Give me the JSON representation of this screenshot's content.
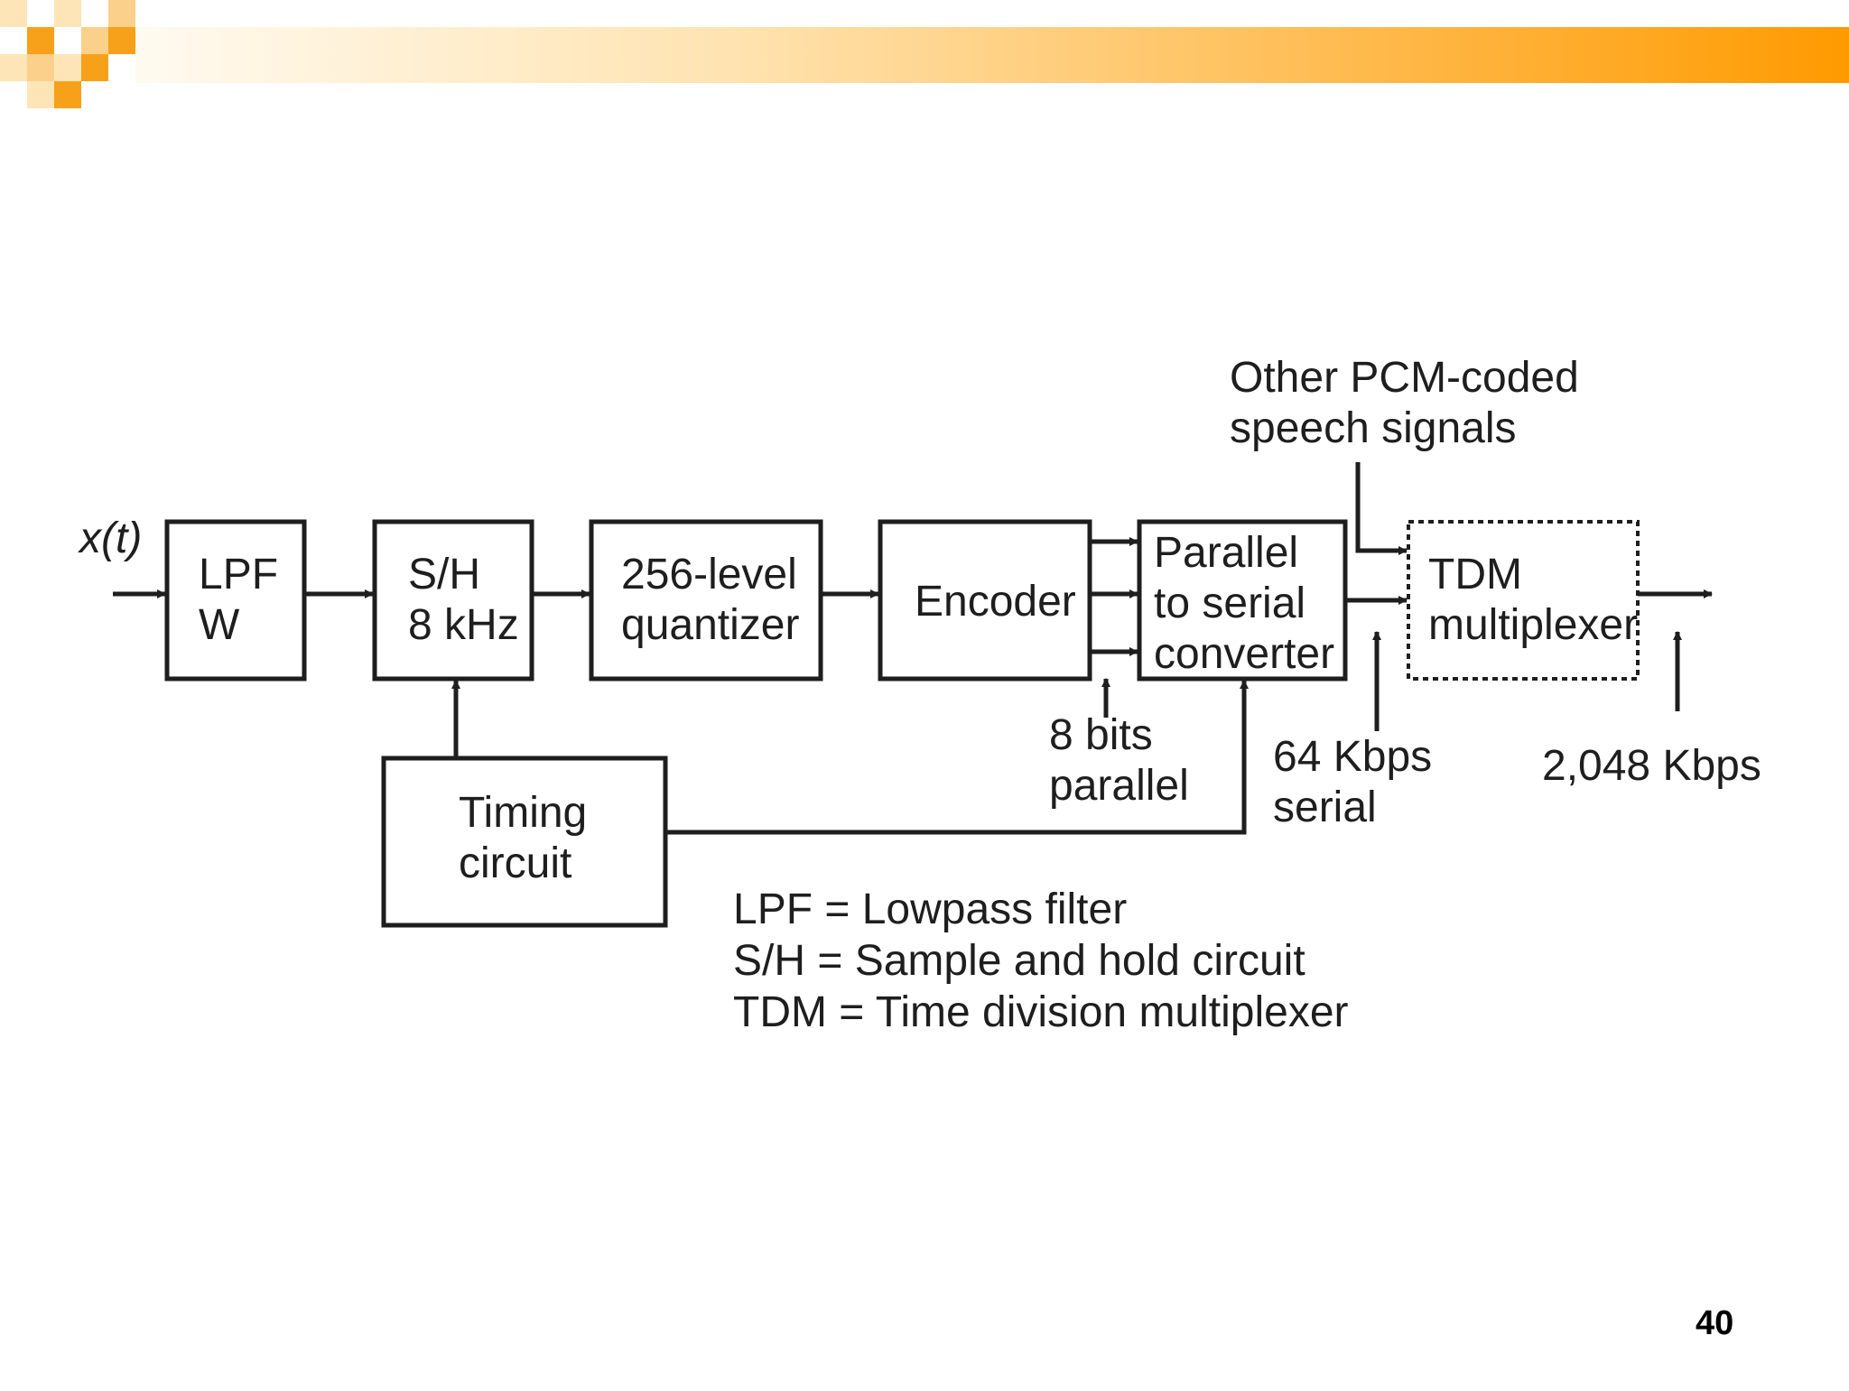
{
  "slide": {
    "page_number": "40"
  },
  "input": {
    "label": "x(t)"
  },
  "blocks": {
    "lpf": {
      "line1": "LPF",
      "line2": "W"
    },
    "sh": {
      "line1": "S/H",
      "line2": "8 kHz"
    },
    "quantizer": {
      "line1": "256-level",
      "line2": "quantizer"
    },
    "encoder": {
      "line1": "Encoder"
    },
    "converter": {
      "line1": "Parallel",
      "line2": "to serial",
      "line3": "converter"
    },
    "tdm": {
      "line1": "TDM",
      "line2": "multiplexer"
    },
    "timing": {
      "line1": "Timing",
      "line2": "circuit"
    }
  },
  "annotations": {
    "other_signals": {
      "line1": "Other PCM-coded",
      "line2": "speech signals"
    },
    "bits": {
      "line1": "8 bits",
      "line2": "parallel"
    },
    "serial_rate": {
      "line1": "64 Kbps",
      "line2": "serial"
    },
    "output_rate": "2,048 Kbps"
  },
  "legend": {
    "lpf": "LPF = Lowpass filter",
    "sh": "S/H = Sample and hold circuit",
    "tdm": "TDM = Time division multiplexer"
  },
  "colors": {
    "banner_start": "#fff3dc",
    "banner_end": "#ff9a00",
    "accent_square": "#f7a11a",
    "accent_light": "#fbd08a",
    "line": "#1e1e1e"
  }
}
